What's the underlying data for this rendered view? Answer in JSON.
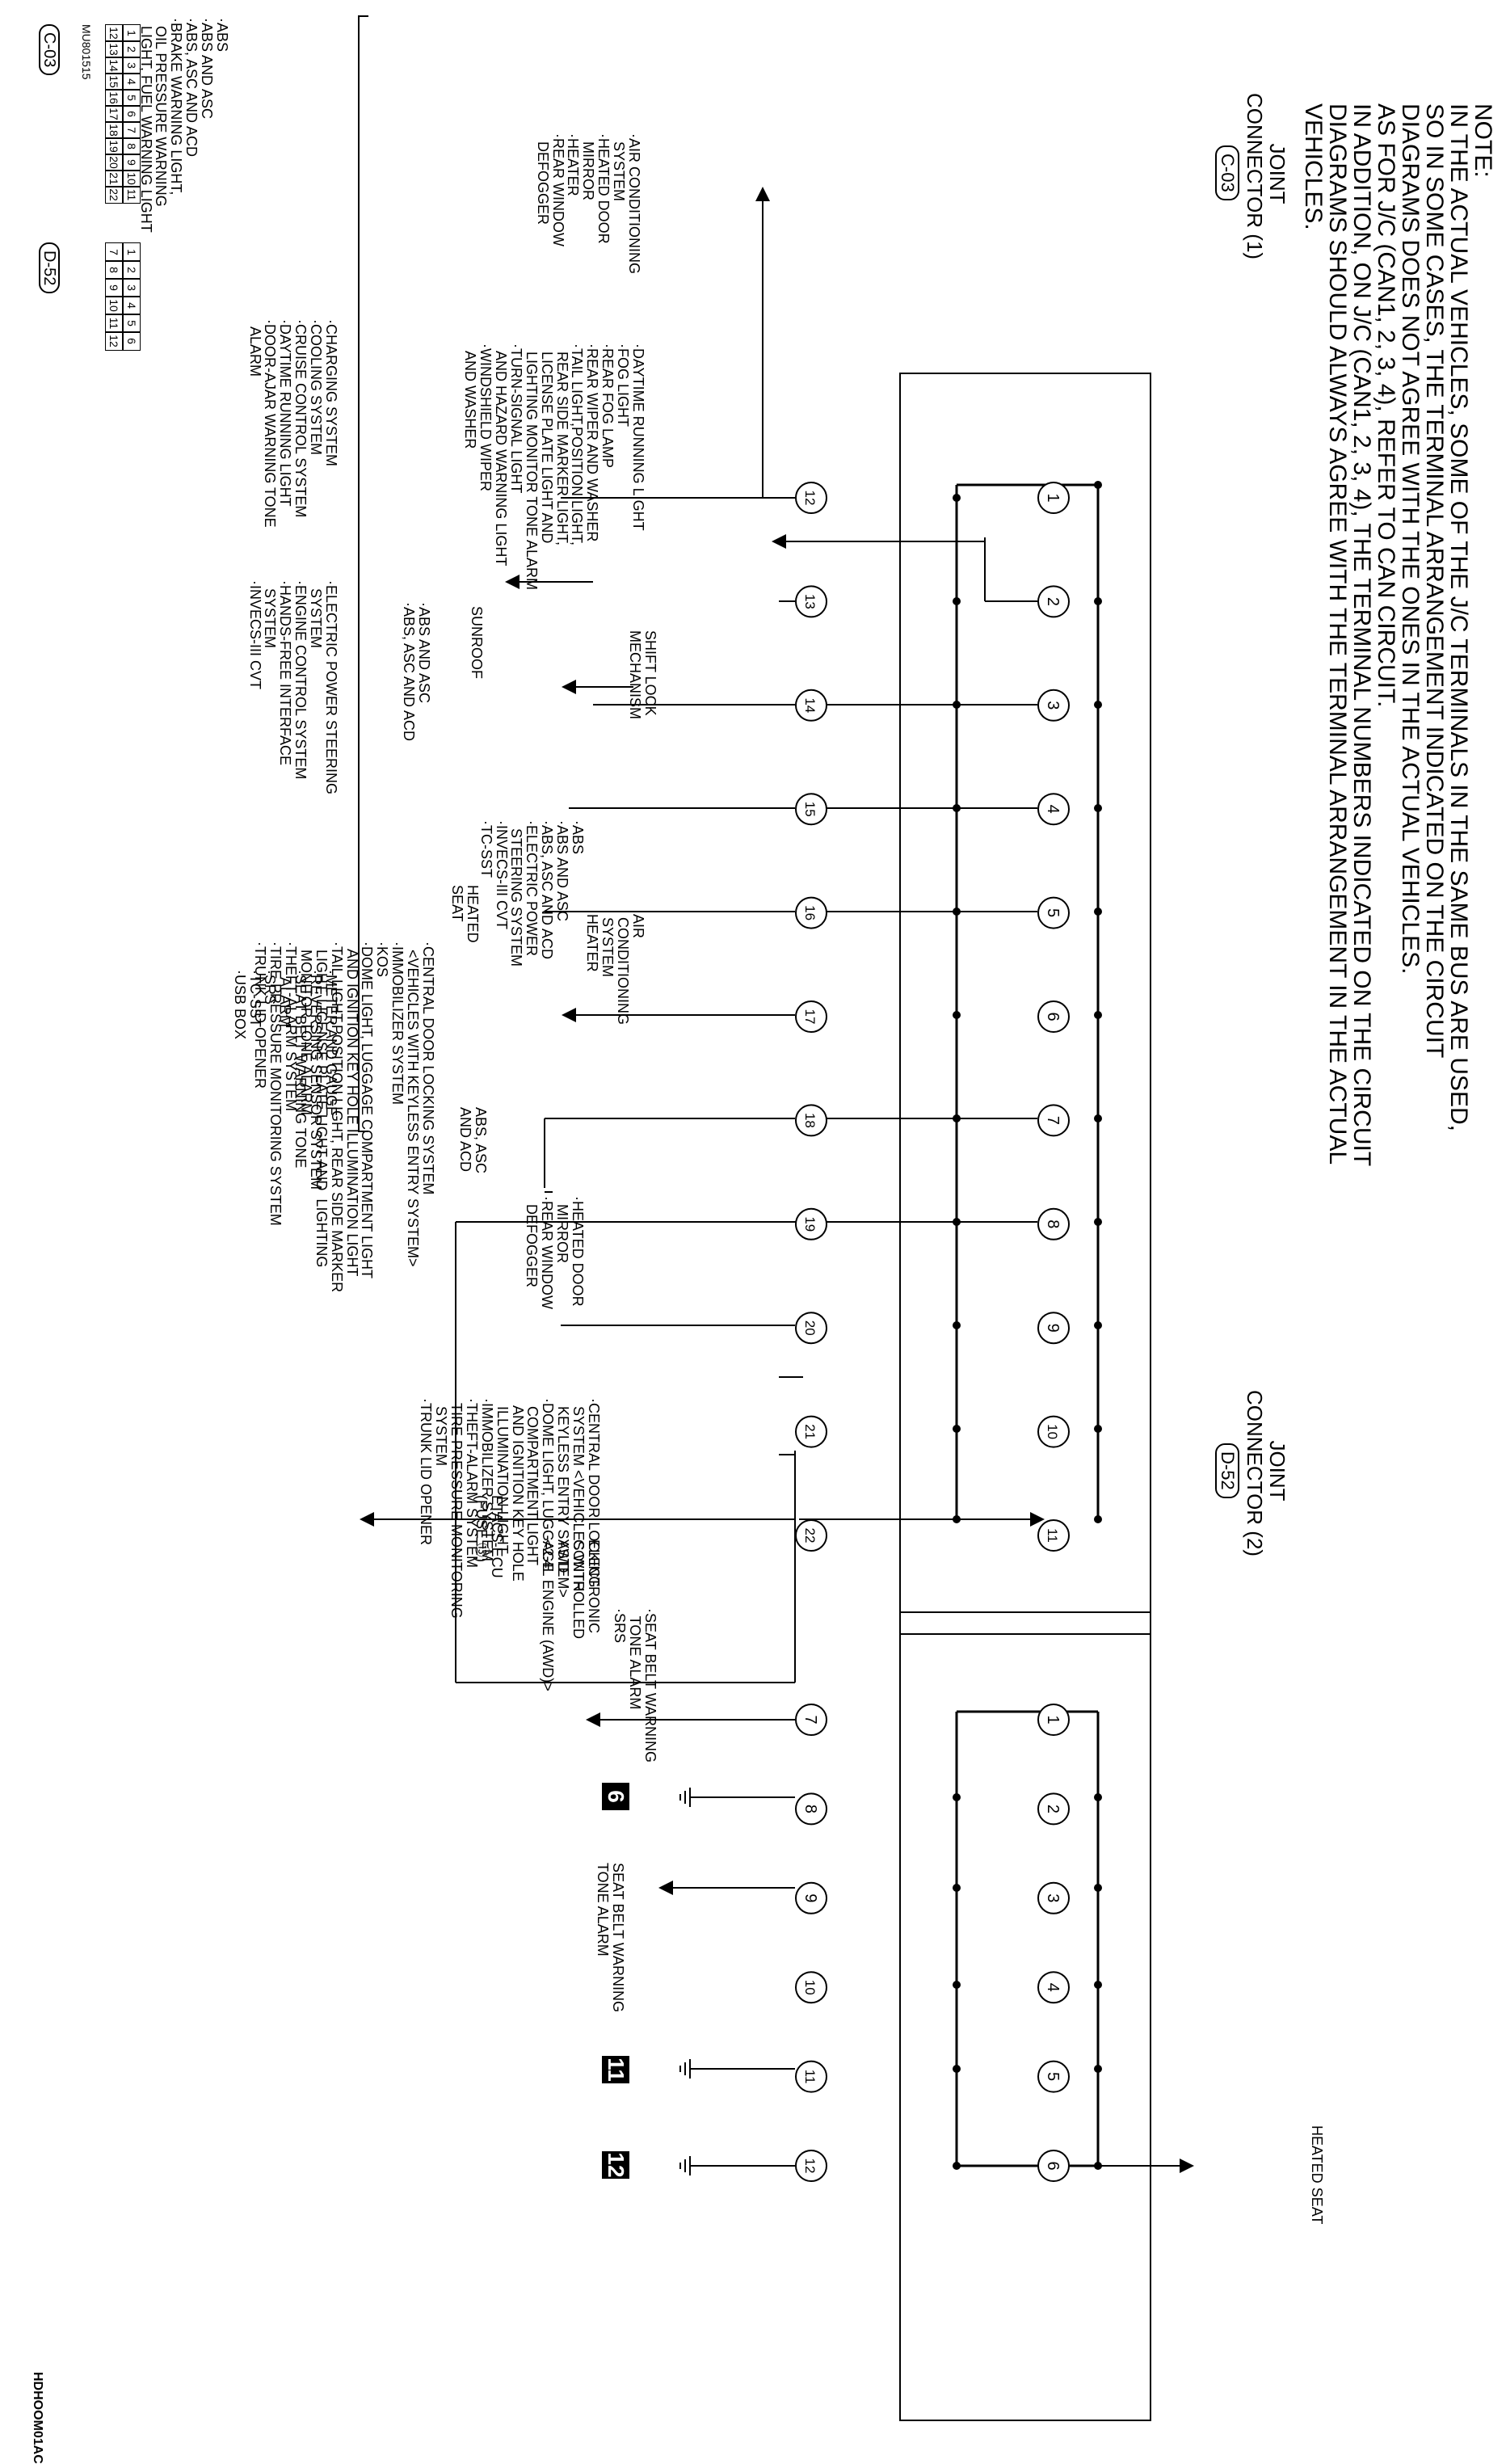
{
  "note": {
    "heading": "NOTE:",
    "line1": "IN THE ACTUAL VEHICLES, SOME OF THE J/C TERMINALS IN THE SAME BUS ARE USED,",
    "line2": "SO IN SOME CASES, THE TERMINAL ARRANGEMENT INDICATED ON THE CIRCUIT",
    "line3": "DIAGRAMS DOES NOT AGREE WITH THE ONES IN THE ACTUAL VEHICLES.",
    "line4": "AS FOR J/C (CAN1, 2, 3, 4), REFER TO CAN CIRCUIT.",
    "line5": "IN ADDITION, ON J/C (CAN1, 2, 3, 4), THE TERMINAL NUMBERS INDICATED ON THE CIRCUIT",
    "line6": "DIAGRAMS SHOULD ALWAYS AGREE WITH THE TERMINAL ARRANGEMENT IN THE ACTUAL",
    "line7": "VEHICLES."
  },
  "jc1": {
    "title1": "JOINT",
    "title2": "CONNECTOR (1)",
    "code": "C-03",
    "top_pins": [
      "1",
      "2",
      "3",
      "4",
      "5",
      "6",
      "7",
      "8",
      "9",
      "10",
      "11"
    ],
    "bottom_pins": [
      "12",
      "13",
      "14",
      "15",
      "16",
      "17",
      "18",
      "19",
      "20",
      "21",
      "22"
    ],
    "labels": {
      "sunroof": "SUNROOF",
      "abs_top": "·ABS AND ASC\n·ABS, ASC AND ACD",
      "heated_seat": "HEATED\nSEAT",
      "central_list": "·CENTRAL DOOR LOCKING SYSTEM\n  <VEHICLES WITH KEYLESS ENTRY SYSTEM>\n·IMMOBILIZER SYSTEM\n·KOS\n·DOME LIGHT, LUGGAGE COMPARTMENT LIGHT\n  AND IGNITION KEY HOLE ILLUMINATION LIGHT\n·TAIL LIGHT,POSITION LIGHT, REAR SIDE MARKER\n  LIGHT, LICENSE PLATE LIGHT AND  LIGHTING\n  MONITOR TONE ALARM\n·THEFT-ALARM SYSTEM\n·TIRE PRESSURE MONITORING SYSTEM\n·TRUNK LID OPENER",
      "abs_asc_acd": "ABS, ASC\nAND ACD",
      "etacs": "ETACS-ECU\n(FUSE ⑬)",
      "air_cond": "·AIR CONDITIONING\n  SYSTEM\n·HEATED DOOR\n  MIRROR\n·HEATER\n·REAR WINDOW\n  DEFOGGER",
      "daytime": "·DAYTIME RUNNING LIGHT\n·FOG LIGHT\n·REAR FOG LAMP\n·REAR WIPER AND WASHER\n·TAIL LIGHT,POSITION LIGHT,\n  REAR SIDE MARKER LIGHT,\n  LICENSE PLATE LIGHT AND\n  LIGHTING MONITOR TONE ALARM\n·TURN-SIGNAL LIGHT\n  AND HAZARD WARNING LIGHT\n·WINDSHIELD WIPER\n  AND WASHER",
      "shift_lock": "SHIFT LOCK\nMECHANISM",
      "abs_16": "·ABS\n·ABS AND ASC\n·ABS, ASC AND ACD\n·ELECTRIC POWER\n  STEERING SYSTEM\n·INVECS-III CVT\n·TC-SST",
      "air_17": "·AIR\n  CONDITIONING\n  SYSTEM\n·HEATER",
      "heated_door_20": "·HEATED DOOR\n  MIRROR\n·REAR WINDOW\n  DEFOGGER",
      "central_22": "·CENTRAL DOOR LOCKING\n  SYSTEM <VEHICLES WITH\n  KEYLESS ENTRY SYSTEM>\n·DOME LIGHT, LUGGAGE\n  COMPARTMENT LIGHT\n  AND IGNITION KEY HOLE\n  ILLUMINATION LIGHT\n·IMMOBILIZER SYSTEM\n·THEFT-ALARM SYSTEM\n·TIRE PRESSURE MONITORING\n  SYSTEM\n·TRUNK LID OPENER",
      "seat_belt": "·SEAT BELT WARNING\n  TONE ALARM\n·SRS",
      "bus_col1": "·ABS\n·ABS AND ASC\n·ABS, ASC AND ACD\n·BRAKE WARNING LIGHT,\n  OIL PRESSURE WARNING\n  LIGHT, FUEL WARNING LIGHT",
      "bus_col2": "·CHARGING SYSTEM\n·COOLING SYSTEM\n·CRUISE CONTROL SYSTEM\n·DAYTIME RUNNING LIGHT\n·DOOR-AJAR WARNING TONE\n  ALARM",
      "bus_col3": "·ELECTRIC POWER STEERING\n  SYSTEM\n·ENGINE CONTROL SYSTEM\n·HANDS-FREE INTERFACE\n  SYSTEM\n·INVECS-III CVT",
      "bus_col4": "·METER AND GAUGE\n·REVERSING SENSOR SYSTEM\n·SEAT BELT WARNING TONE\n  ALARM\n·SRS\n·TC-SST\n·USB BOX"
    }
  },
  "jc2": {
    "title1": "JOINT",
    "title2": "CONNECTOR (2)",
    "code": "D-52",
    "top_pins": [
      "1",
      "2",
      "3",
      "4",
      "5",
      "6"
    ],
    "bottom_pins": [
      "7",
      "8",
      "9",
      "10",
      "11",
      "12"
    ],
    "labels": {
      "heated_seat": "HEATED SEAT",
      "awd": "ELECTRONIC\nCONTROLLED\nAWD\n<2.4L ENGINE (AWD)>",
      "seat_belt": "SEAT BELT WARNING\nTONE ALARM",
      "g6": "6",
      "g11": "11",
      "g12": "12"
    }
  },
  "face": {
    "c03_code": "C-03",
    "c03_part": "MU801515",
    "c03_row1": [
      "1",
      "2",
      "3",
      "4",
      "5",
      "6",
      "7",
      "8",
      "9",
      "10",
      "11"
    ],
    "c03_row2": [
      "12",
      "13",
      "14",
      "15",
      "16",
      "17",
      "18",
      "19",
      "20",
      "21",
      "22"
    ],
    "d52_code": "D-52",
    "d52_row1": [
      "1",
      "2",
      "3",
      "4",
      "5",
      "6"
    ],
    "d52_row2": [
      "7",
      "8",
      "9",
      "10",
      "11",
      "12"
    ]
  },
  "code_id": "HDHOOM01AC"
}
